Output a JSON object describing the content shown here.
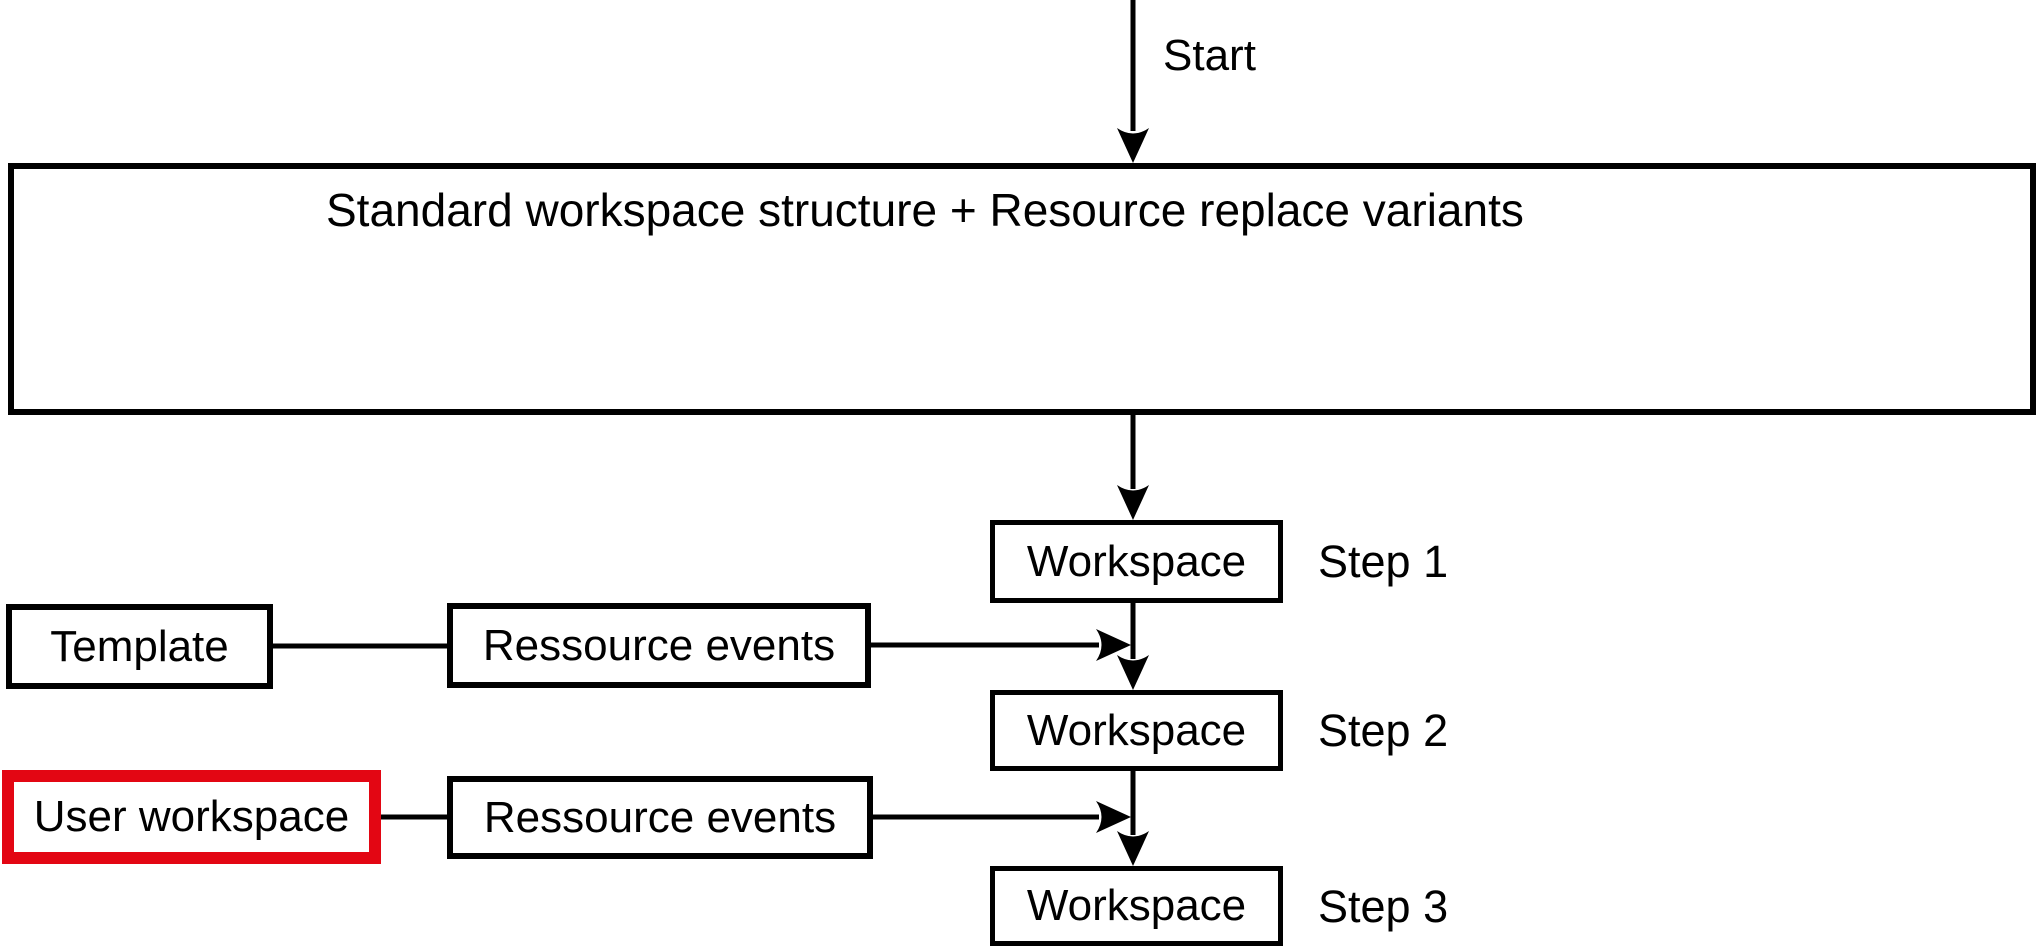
{
  "start_label": "Start",
  "main_box_title": "Standard workspace structure + Resource replace variants",
  "steps": [
    {
      "box": "Workspace",
      "label": "Step 1"
    },
    {
      "box": "Workspace",
      "label": "Step 2"
    },
    {
      "box": "Workspace",
      "label": "Step 3"
    }
  ],
  "feeders": [
    {
      "source": "Template",
      "event": "Ressource events"
    },
    {
      "source": "User workspace",
      "event": "Ressource events"
    }
  ],
  "colors": {
    "line": "#000000",
    "highlight_red": "#e30613",
    "background": "#ffffff"
  }
}
